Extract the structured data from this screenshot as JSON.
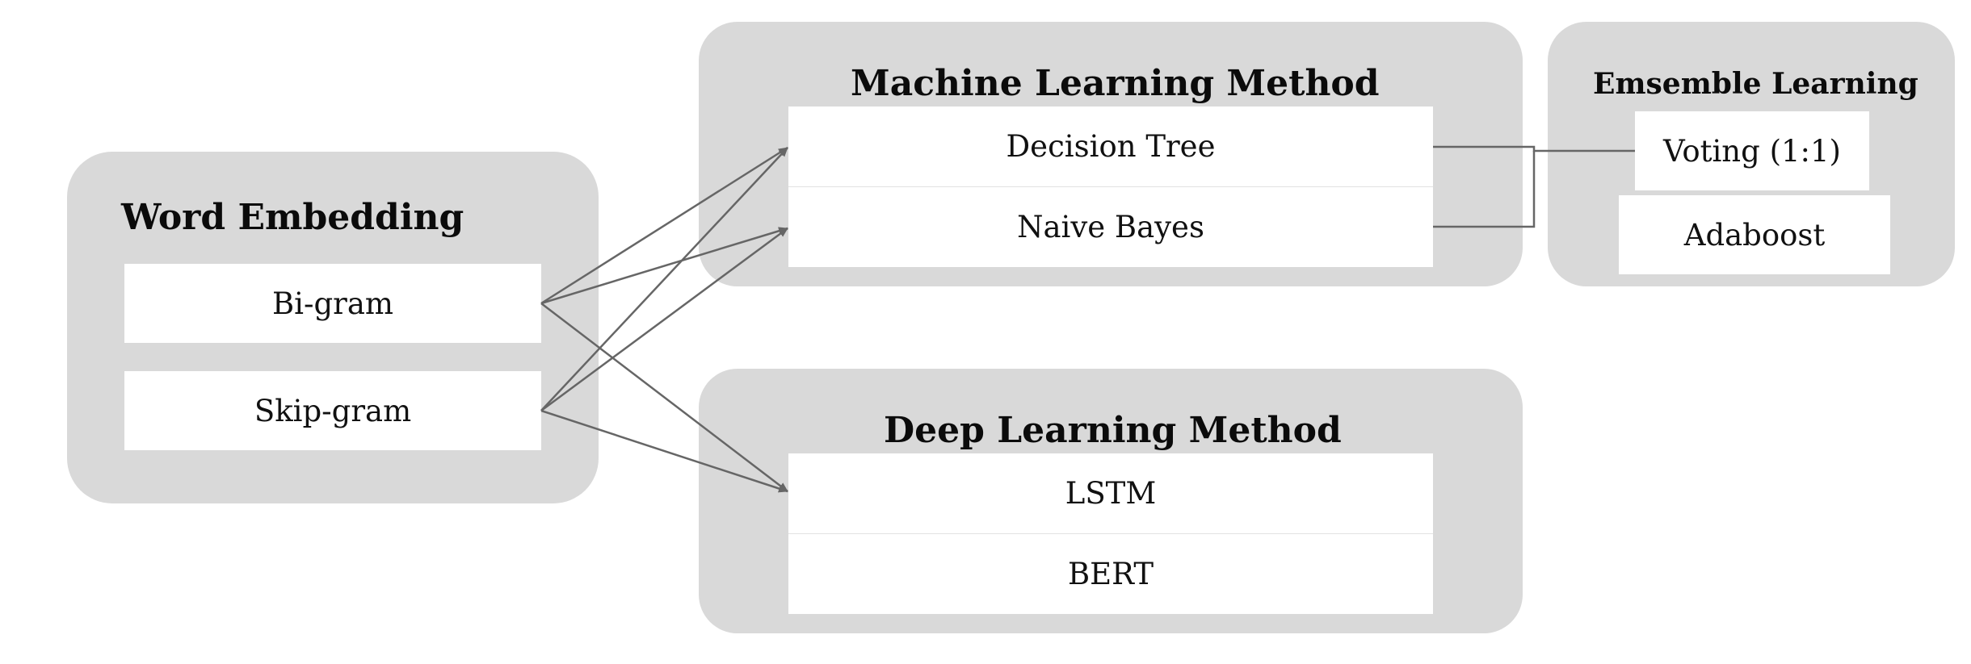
{
  "word_embedding": {
    "title": "Word Embedding",
    "items": [
      "Bi-gram",
      "Skip-gram"
    ]
  },
  "machine_learning": {
    "title": "Machine Learning Method",
    "items": [
      "Decision Tree",
      "Naive Bayes"
    ]
  },
  "deep_learning": {
    "title": "Deep Learning Method",
    "items": [
      "LSTM",
      "BERT"
    ]
  },
  "ensemble": {
    "title": "Emsemble Learning",
    "items": [
      "Voting (1:1)",
      "Adaboost"
    ]
  },
  "colors": {
    "group_background": "#d9d9d9",
    "box_background": "#ffffff",
    "arrow": "#666666"
  }
}
